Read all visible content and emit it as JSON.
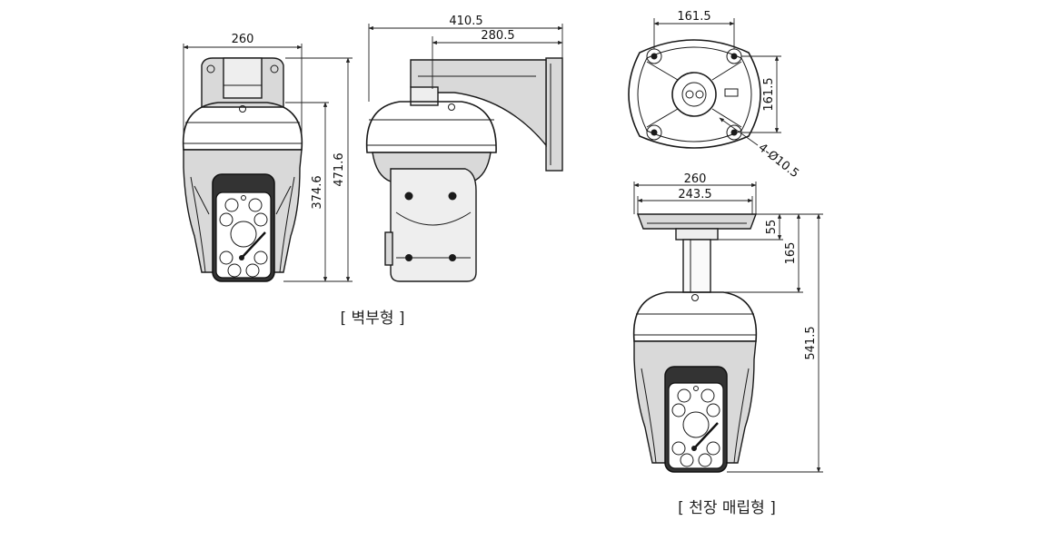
{
  "wall_view": {
    "front": {
      "width_label": "260",
      "height_dome_label": "374.6",
      "height_total_label": "471.6"
    },
    "side": {
      "total_depth_label": "410.5",
      "bracket_depth_label": "280.5"
    },
    "caption": "[ 벽부형 ]"
  },
  "ceiling_view": {
    "top": {
      "width_label": "161.5",
      "height_label": "161.5",
      "hole_label": "4-Ø10.5"
    },
    "front": {
      "outer_width_label": "260",
      "inner_width_label": "243.5",
      "base_height_label": "55",
      "pole_height_label": "165",
      "total_height_label": "541.5"
    },
    "caption": "[ 천장 매립형 ]"
  }
}
